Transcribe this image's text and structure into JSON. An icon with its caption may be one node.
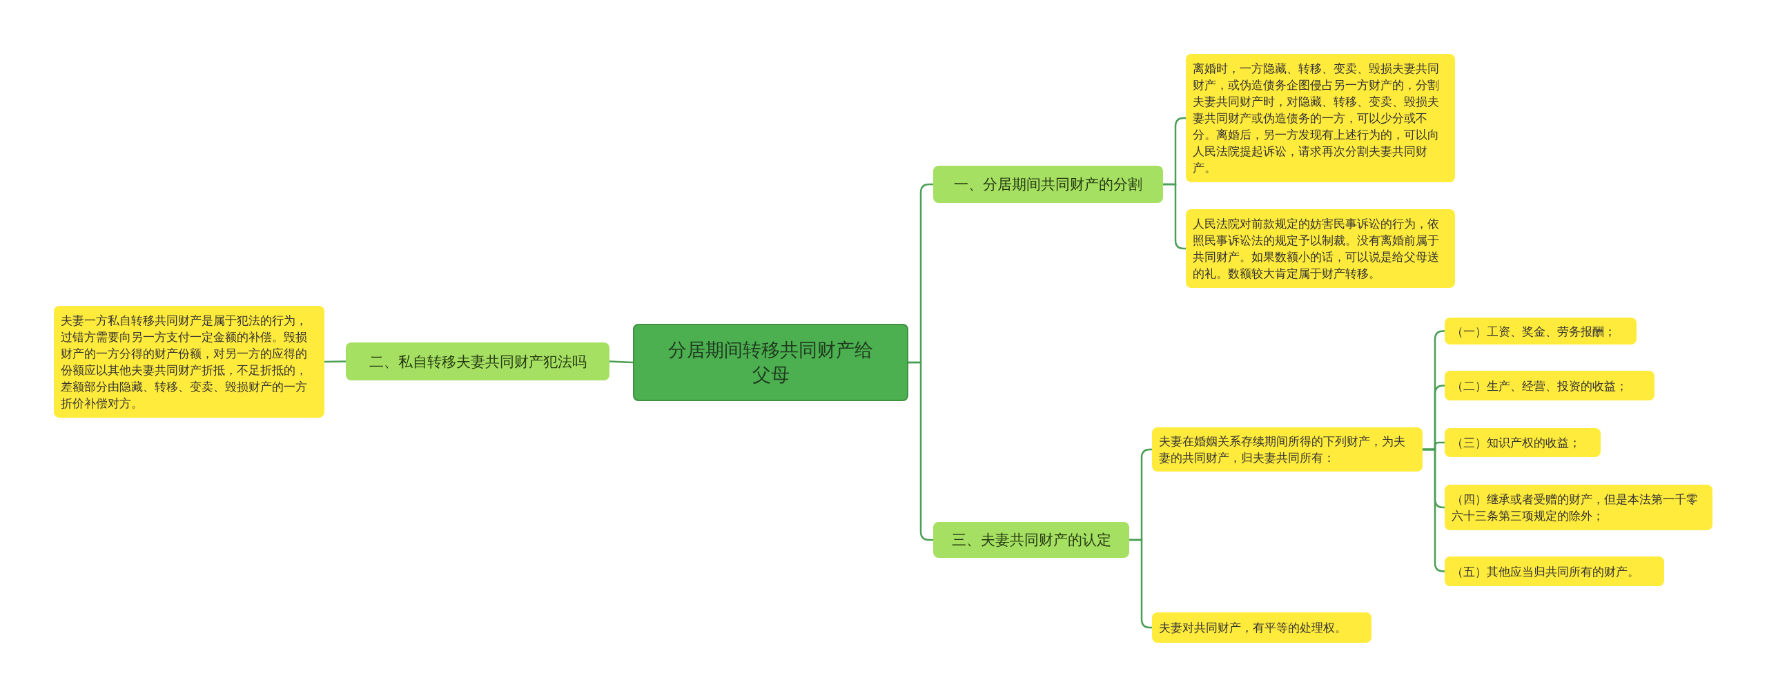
{
  "diagram": {
    "nodes": [
      {
        "text": [
          "分居期间转移共同财产给父母"
        ]
      },
      {
        "text": [
          "一、分居期间共同财产的分割"
        ]
      },
      {
        "text": [
          "离婚时，一方隐藏、转移、变卖、毁损夫妻共同财产，或伪造债务企图侵占另一方财产的，分割夫妻共同财产时，对隐藏、转移、变卖、毁损夫妻共同财产或伪造债务的一方，可以少分或不分。离婚后，另一方发现有上述行为的，可以向人民法院提起诉讼，请求再次分割夫妻共同财产。"
        ]
      },
      {
        "text": [
          "人民法院对前款规定的妨害民事诉讼的行为，依照民事诉讼法的规定予以制裁。没有离婚前属于共同财产。如果数额小的话，可以说是给父母送的礼。数额较大肯定属于财产转移。"
        ]
      },
      {
        "text": [
          "三、夫妻共同财产的认定"
        ]
      },
      {
        "text": [
          "夫妻在婚姻关系存续期间所得的下列财产，为夫妻的共同财产，归夫妻共同所有："
        ]
      },
      {
        "text": [
          "（一）工资、奖金、劳务报酬；"
        ]
      },
      {
        "text": [
          "（二）生产、经营、投资的收益；"
        ]
      },
      {
        "text": [
          "（三）知识产权的收益；"
        ]
      },
      {
        "text": [
          "（四）继承或者受赠的财产，但是本法第一千零六十三条第三项规定的除外；"
        ]
      },
      {
        "text": [
          "（五）其他应当归共同所有的财产。"
        ]
      },
      {
        "text": [
          "夫妻对共同财产，有平等的处理权。"
        ]
      },
      {
        "text": [
          "二、私自转移夫妻共同财产犯法吗"
        ]
      },
      {
        "text": [
          "夫妻一方私自转移共同财产是属于犯法的行为，过错方需要向另一方支付一定金额的补偿。毁损财产的一方分得的财产份额，对另一方的应得的份额应以其他夫妻共同财产折抵，不足折抵的，差额部分由隐藏、转移、变卖、毁损财产的一方折价补偿对方。"
        ]
      }
    ],
    "edges": [
      {
        "from": 0,
        "to": 1,
        "arrow": "none"
      },
      {
        "from": 1,
        "to": 2,
        "arrow": "none"
      },
      {
        "from": 1,
        "to": 3,
        "arrow": "none"
      },
      {
        "from": 0,
        "to": 4,
        "arrow": "none"
      },
      {
        "from": 4,
        "to": 5,
        "arrow": "none"
      },
      {
        "from": 5,
        "to": 6,
        "arrow": "none"
      },
      {
        "from": 5,
        "to": 7,
        "arrow": "none"
      },
      {
        "from": 5,
        "to": 8,
        "arrow": "none"
      },
      {
        "from": 5,
        "to": 9,
        "arrow": "none"
      },
      {
        "from": 5,
        "to": 10,
        "arrow": "none"
      },
      {
        "from": 4,
        "to": 11,
        "arrow": "none"
      },
      {
        "from": 0,
        "to": 12,
        "arrow": "none"
      },
      {
        "from": 12,
        "to": 13,
        "arrow": "none"
      }
    ]
  }
}
